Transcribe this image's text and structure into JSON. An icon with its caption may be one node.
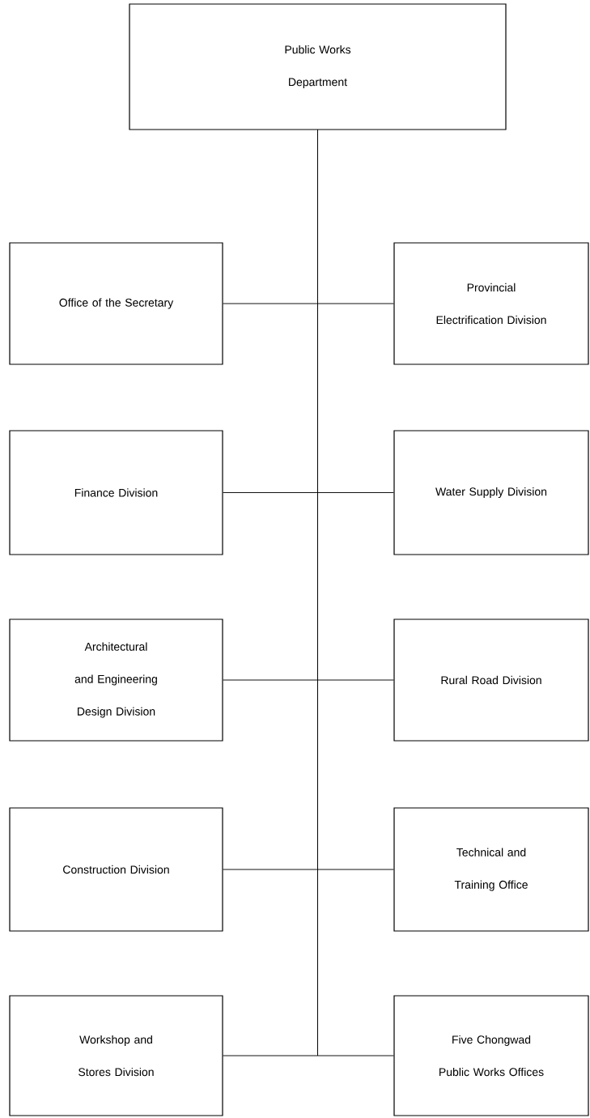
{
  "diagram": {
    "nodes": [
      {
        "text": [
          "Public Works Department"
        ]
      },
      {
        "text": [
          "Office of the Secretary"
        ]
      },
      {
        "text": [
          "Provincial Electrification Division"
        ]
      },
      {
        "text": [
          "Finance Division"
        ]
      },
      {
        "text": [
          "Water Supply Division"
        ]
      },
      {
        "text": [
          "Architectural and Engineering Design Division"
        ]
      },
      {
        "text": [
          "Rural Road Division"
        ]
      },
      {
        "text": [
          "Construction Division"
        ]
      },
      {
        "text": [
          "Technical and Training Office"
        ]
      },
      {
        "text": [
          "Workshop and Stores Division"
        ]
      },
      {
        "text": [
          "Five Chongwad Public Works Offices"
        ]
      }
    ],
    "edges": [
      {
        "from": 0,
        "to": 1,
        "arrow": "none"
      },
      {
        "from": 0,
        "to": 2,
        "arrow": "none"
      },
      {
        "from": 0,
        "to": 3,
        "arrow": "none"
      },
      {
        "from": 0,
        "to": 4,
        "arrow": "none"
      },
      {
        "from": 0,
        "to": 5,
        "arrow": "none"
      },
      {
        "from": 0,
        "to": 6,
        "arrow": "none"
      },
      {
        "from": 0,
        "to": 7,
        "arrow": "none"
      },
      {
        "from": 0,
        "to": 8,
        "arrow": "none"
      },
      {
        "from": 0,
        "to": 9,
        "arrow": "none"
      },
      {
        "from": 0,
        "to": 10,
        "arrow": "none"
      }
    ]
  }
}
